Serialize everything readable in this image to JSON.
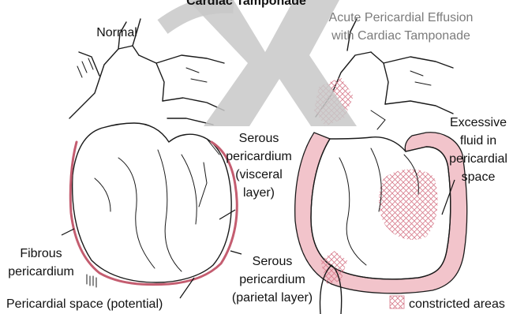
{
  "title": "Cardiac Tamponade",
  "panels": {
    "left": {
      "heading": "Normal"
    },
    "right": {
      "heading_line1": "Acute Pericardial Effusion",
      "heading_line2": "with Cardiac Tamponade"
    }
  },
  "labels": {
    "serous_visceral": [
      "Serous",
      "pericardium",
      "(visceral",
      "layer)"
    ],
    "fibrous": [
      "Fibrous",
      "pericardium"
    ],
    "serous_parietal": [
      "Serous",
      "pericardium",
      "(parietal layer)"
    ],
    "pericardial_space": "Pericardial space (potential)",
    "excessive_fluid": [
      "Excessive",
      "fluid in",
      "pericardial",
      "space"
    ]
  },
  "legend": {
    "label": "constricted areas",
    "swatch": "crosshatch"
  },
  "colors": {
    "pericardium": "#c45d70",
    "fluid": "#f2c4cb",
    "watermark": "#c8c8c8"
  }
}
